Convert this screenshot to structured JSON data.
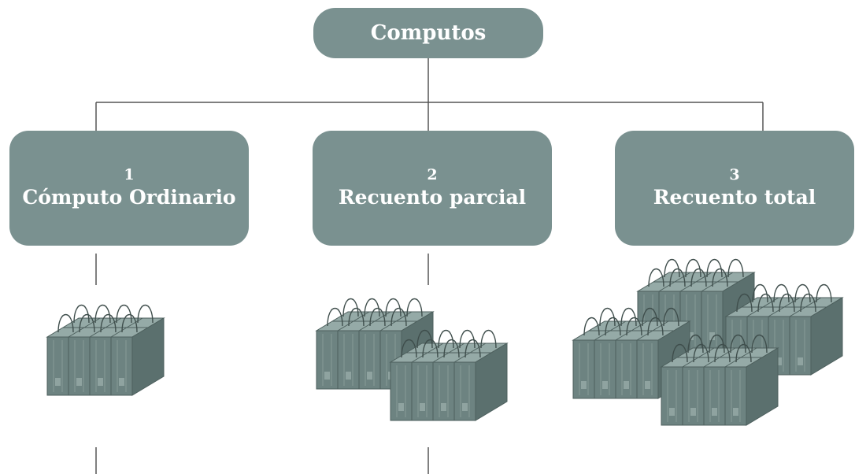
{
  "diagram": {
    "root": {
      "label": "Computos"
    },
    "children": [
      {
        "number": "1",
        "label": "Cómputo Ordinario",
        "bag_rows": 1,
        "bag_cols": 1
      },
      {
        "number": "2",
        "label": "Recuento parcial",
        "bag_rows": 1,
        "bag_cols": 2
      },
      {
        "number": "3",
        "label": "Recuento total",
        "bag_rows": 2,
        "bag_cols": 2
      }
    ]
  },
  "colors": {
    "node_fill": "#7a9190",
    "node_text": "#ffffff",
    "connector": "#555555",
    "bag_front": "#6d8381",
    "bag_side": "#5b706e",
    "bag_top": "#95aaa7"
  }
}
